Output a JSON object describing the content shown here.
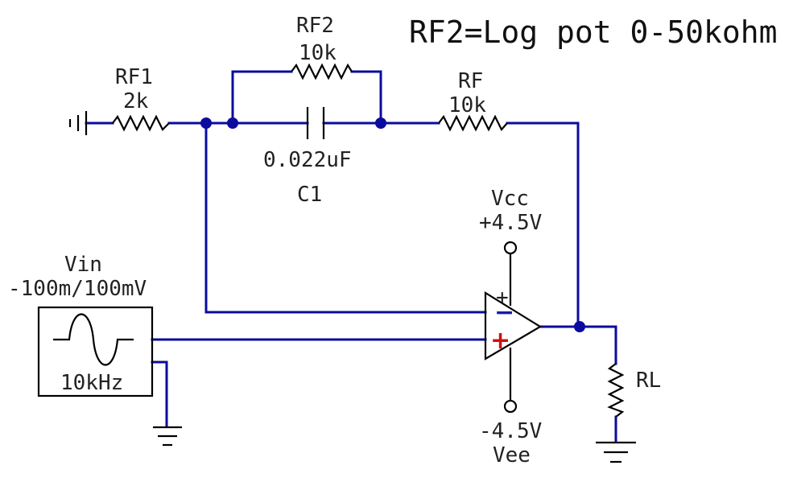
{
  "title": "RF2=Log pot 0-50kohm",
  "components": {
    "rf1": {
      "name": "RF1",
      "value": "2k"
    },
    "rf2": {
      "name": "RF2",
      "value": "10k"
    },
    "rf": {
      "name": "RF",
      "value": "10k"
    },
    "c1": {
      "name": "C1",
      "value": "0.022uF"
    },
    "vin": {
      "name": "Vin",
      "range": "-100m/100mV",
      "freq": "10kHz"
    },
    "vcc": {
      "name": "Vcc",
      "value": "+4.5V"
    },
    "vee": {
      "name": "Vee",
      "value": "-4.5V"
    },
    "rl": {
      "name": "RL"
    }
  },
  "opamp": {
    "inv_sign": "−",
    "noninv_sign": "+",
    "supply_sign": "+"
  },
  "colors": {
    "wire": "#0b0b9e",
    "inverting_input": "#1a1aa8",
    "noninverting_input": "#d01010"
  }
}
